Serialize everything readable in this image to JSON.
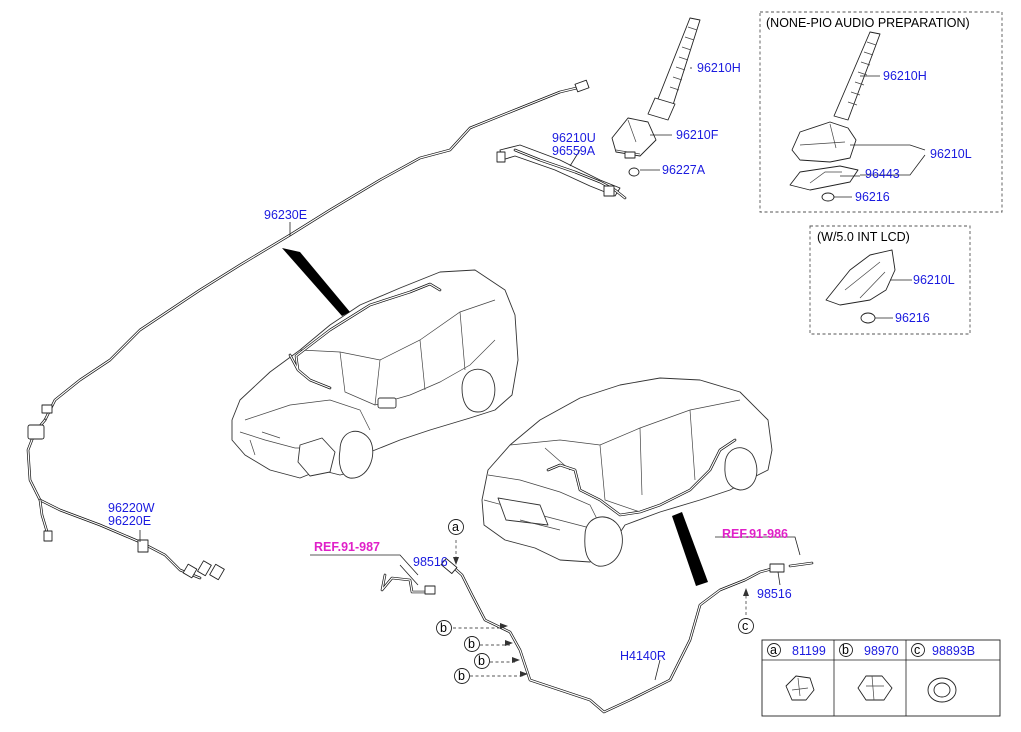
{
  "parts": {
    "p96210H_a": "96210H",
    "p96210F": "96210F",
    "p96210U": "96210U",
    "p96559A": "96559A",
    "p96227A": "96227A",
    "p96230E": "96230E",
    "p96220W": "96220W",
    "p96220E": "96220E",
    "p96210H_b": "96210H",
    "p96210L_a": "96210L",
    "p96443": "96443",
    "p96216_a": "96216",
    "p96210L_b": "96210L",
    "p96216_b": "96216",
    "p98516_a": "98516",
    "p98516_b": "98516",
    "pH4140R": "H4140R"
  },
  "refs": {
    "ref_left": "REF.91-987",
    "ref_right": "REF.91-986"
  },
  "callouts": {
    "a": "a",
    "b": "b",
    "c": "c"
  },
  "insets": {
    "none_pio": "(NONE-PIO AUDIO PREPARATION)",
    "w50": "(W/5.0 INT LCD)"
  },
  "legend": [
    {
      "letter": "a",
      "part": "81199"
    },
    {
      "letter": "b",
      "part": "98970"
    },
    {
      "letter": "c",
      "part": "98893B"
    }
  ]
}
